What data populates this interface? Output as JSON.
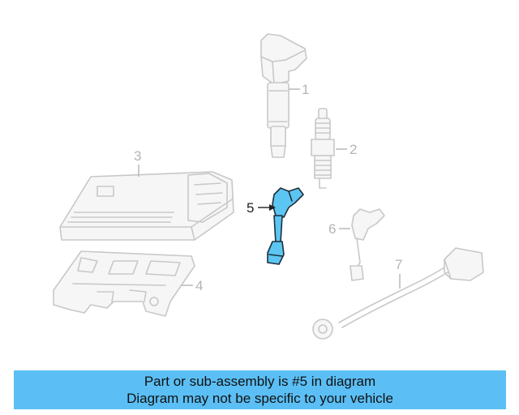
{
  "colors": {
    "highlight_fill": "#5cc6f2",
    "highlight_stroke": "#1e2f3c",
    "ghost_stroke": "#c8c8c8",
    "banner_bg": "#5bbff5"
  },
  "callouts": [
    {
      "id": "1",
      "label": "1"
    },
    {
      "id": "2",
      "label": "2"
    },
    {
      "id": "3",
      "label": "3"
    },
    {
      "id": "4",
      "label": "4"
    },
    {
      "id": "5",
      "label": "5",
      "highlighted": true
    },
    {
      "id": "6",
      "label": "6"
    },
    {
      "id": "7",
      "label": "7"
    }
  ],
  "banner": {
    "line1": "Part or sub-assembly is #5 in diagram",
    "line2": "Diagram may not be specific to your vehicle"
  }
}
